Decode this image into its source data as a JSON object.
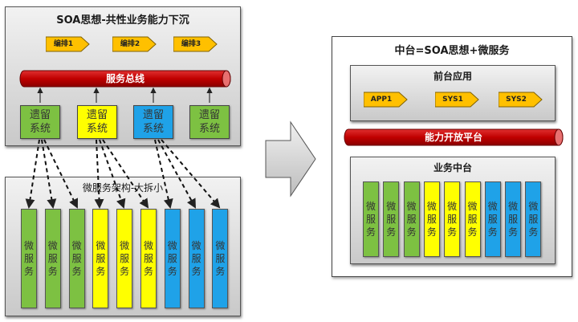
{
  "left": {
    "soa_panel": {
      "title": "SOA思想-共性业务能力下沉",
      "orchestrations": [
        "编排1",
        "编排2",
        "编排3"
      ],
      "bus_label": "服务总线",
      "legacy_systems": [
        {
          "label_line1": "遗留",
          "label_line2": "系统",
          "color": "green"
        },
        {
          "label_line1": "遗留",
          "label_line2": "系统",
          "color": "yellow"
        },
        {
          "label_line1": "遗留",
          "label_line2": "系统",
          "color": "blue"
        },
        {
          "label_line1": "遗留",
          "label_line2": "系统",
          "color": "green"
        }
      ]
    },
    "microservice_panel": {
      "title": "微服务架构-大拆小",
      "services": [
        {
          "label": [
            "微",
            "服",
            "务"
          ],
          "color": "green"
        },
        {
          "label": [
            "微",
            "服",
            "务"
          ],
          "color": "green"
        },
        {
          "label": [
            "微",
            "服",
            "务"
          ],
          "color": "green"
        },
        {
          "label": [
            "微",
            "服",
            "务"
          ],
          "color": "yellow"
        },
        {
          "label": [
            "微",
            "服",
            "务"
          ],
          "color": "yellow"
        },
        {
          "label": [
            "微",
            "服",
            "务"
          ],
          "color": "yellow"
        },
        {
          "label": [
            "微",
            "服",
            "务"
          ],
          "color": "blue"
        },
        {
          "label": [
            "微",
            "服",
            "务"
          ],
          "color": "blue"
        },
        {
          "label": [
            "微",
            "服",
            "务"
          ],
          "color": "blue"
        }
      ]
    }
  },
  "right": {
    "title": "中台=SOA思想+微服务",
    "front_panel": {
      "title": "前台应用",
      "apps": [
        "APP1",
        "SYS1",
        "SYS2"
      ]
    },
    "platform_label": "能力开放平台",
    "business_panel": {
      "title": "业务中台",
      "services": [
        {
          "label": [
            "微",
            "服",
            "务"
          ],
          "color": "green"
        },
        {
          "label": [
            "微",
            "服",
            "务"
          ],
          "color": "green"
        },
        {
          "label": [
            "微",
            "服",
            "务"
          ],
          "color": "green"
        },
        {
          "label": [
            "微",
            "服",
            "务"
          ],
          "color": "yellow"
        },
        {
          "label": [
            "微",
            "服",
            "务"
          ],
          "color": "yellow"
        },
        {
          "label": [
            "微",
            "服",
            "务"
          ],
          "color": "yellow"
        },
        {
          "label": [
            "微",
            "服",
            "务"
          ],
          "color": "blue"
        },
        {
          "label": [
            "微",
            "服",
            "务"
          ],
          "color": "blue"
        },
        {
          "label": [
            "微",
            "服",
            "务"
          ],
          "color": "blue"
        }
      ]
    }
  },
  "colors": {
    "green": "#7dc142",
    "yellow": "#ffff00",
    "blue": "#1fa2e8",
    "bus_red": "#c00000",
    "chevron": "#ffc000"
  }
}
